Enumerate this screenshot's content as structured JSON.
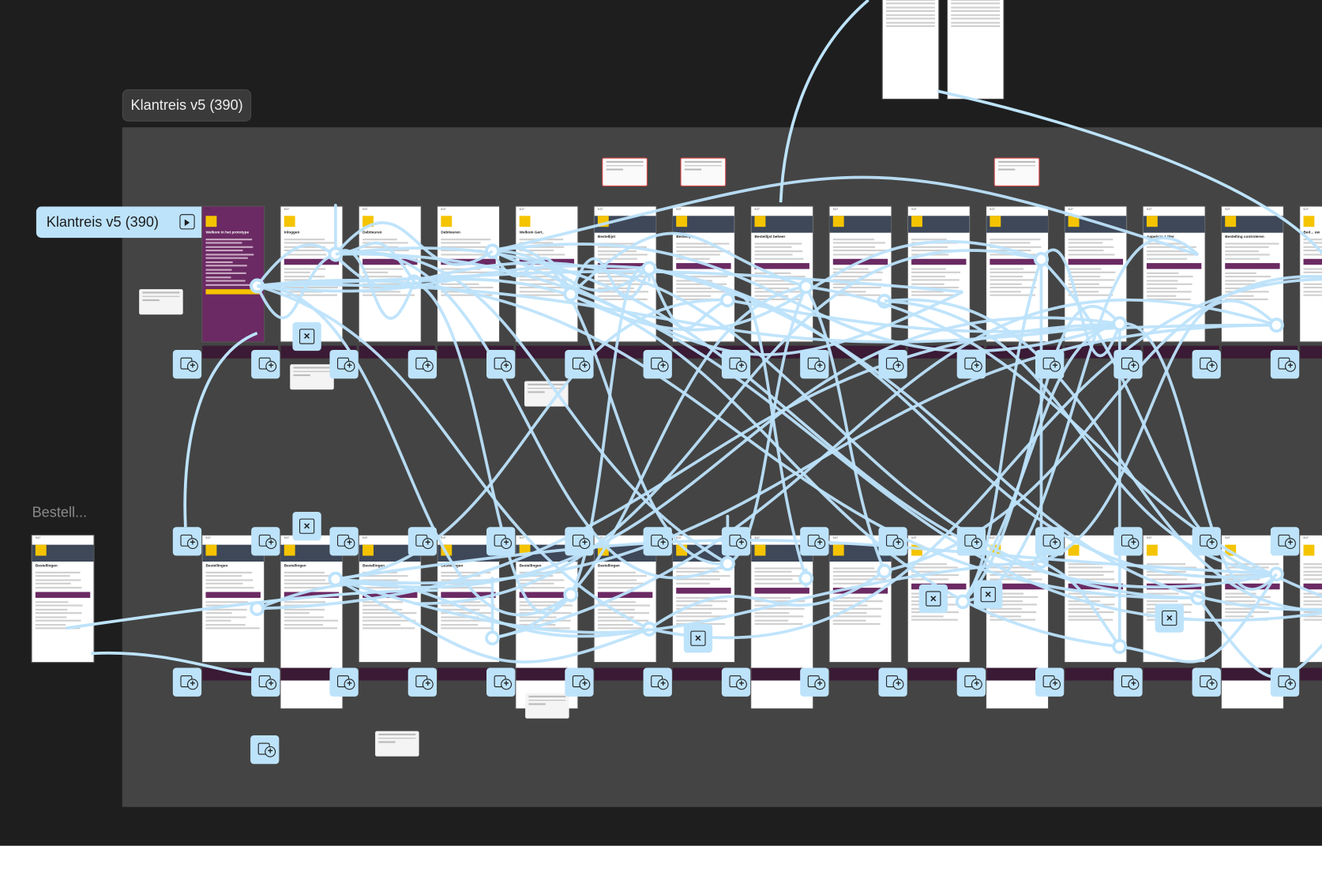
{
  "canvas": {
    "section_title": "Klantreis v5 (390)",
    "flow_start_label": "Klantreis v5 (390)",
    "flow_start_icon": "play-prototype-icon",
    "side_frame_label": "Bestell...",
    "connector_color": "#bde3fb",
    "brand_purple": "#6b2a63",
    "brand_yellow": "#f5c400"
  },
  "top_row": [
    {
      "title": "Welkom in het prototype",
      "style": "purple"
    },
    {
      "title": "Inloggen"
    },
    {
      "title": "Debiteuren"
    },
    {
      "title": "Debiteuren"
    },
    {
      "title": "Welkom Gert,"
    },
    {
      "title": "Bestellijst",
      "header": true
    },
    {
      "title": "Bestellijst",
      "header": true
    },
    {
      "title": "Bestellijst beheer",
      "header": true
    },
    {
      "title": "",
      "header": true
    },
    {
      "title": "",
      "header": true
    },
    {
      "title": "",
      "header": true
    },
    {
      "title": "",
      "header": true
    },
    {
      "title": "Appelsap 1 liter",
      "header": true
    },
    {
      "title": "Bestelling controleren",
      "header": true
    },
    {
      "title": "Bed... uw",
      "header": false
    }
  ],
  "bottom_row": [
    {
      "title": "Bestellingen",
      "header": true
    },
    {
      "title": "Bestellingen",
      "header": true
    },
    {
      "title": "Bestellingen",
      "header": true
    },
    {
      "title": "Bestellingen",
      "header": true
    },
    {
      "title": "Bestellingen",
      "header": true
    },
    {
      "title": "Bestellingen",
      "header": true
    },
    {
      "title": "",
      "header": true
    },
    {
      "title": "",
      "header": true
    },
    {
      "title": "",
      "header": true
    },
    {
      "title": "",
      "header": false
    },
    {
      "title": "",
      "header": false
    },
    {
      "title": "",
      "header": false
    },
    {
      "title": "",
      "header": false
    },
    {
      "title": "",
      "header": false
    },
    {
      "title": "",
      "header": false
    }
  ],
  "side_frame": {
    "title": "Bestellingen",
    "header": true
  }
}
